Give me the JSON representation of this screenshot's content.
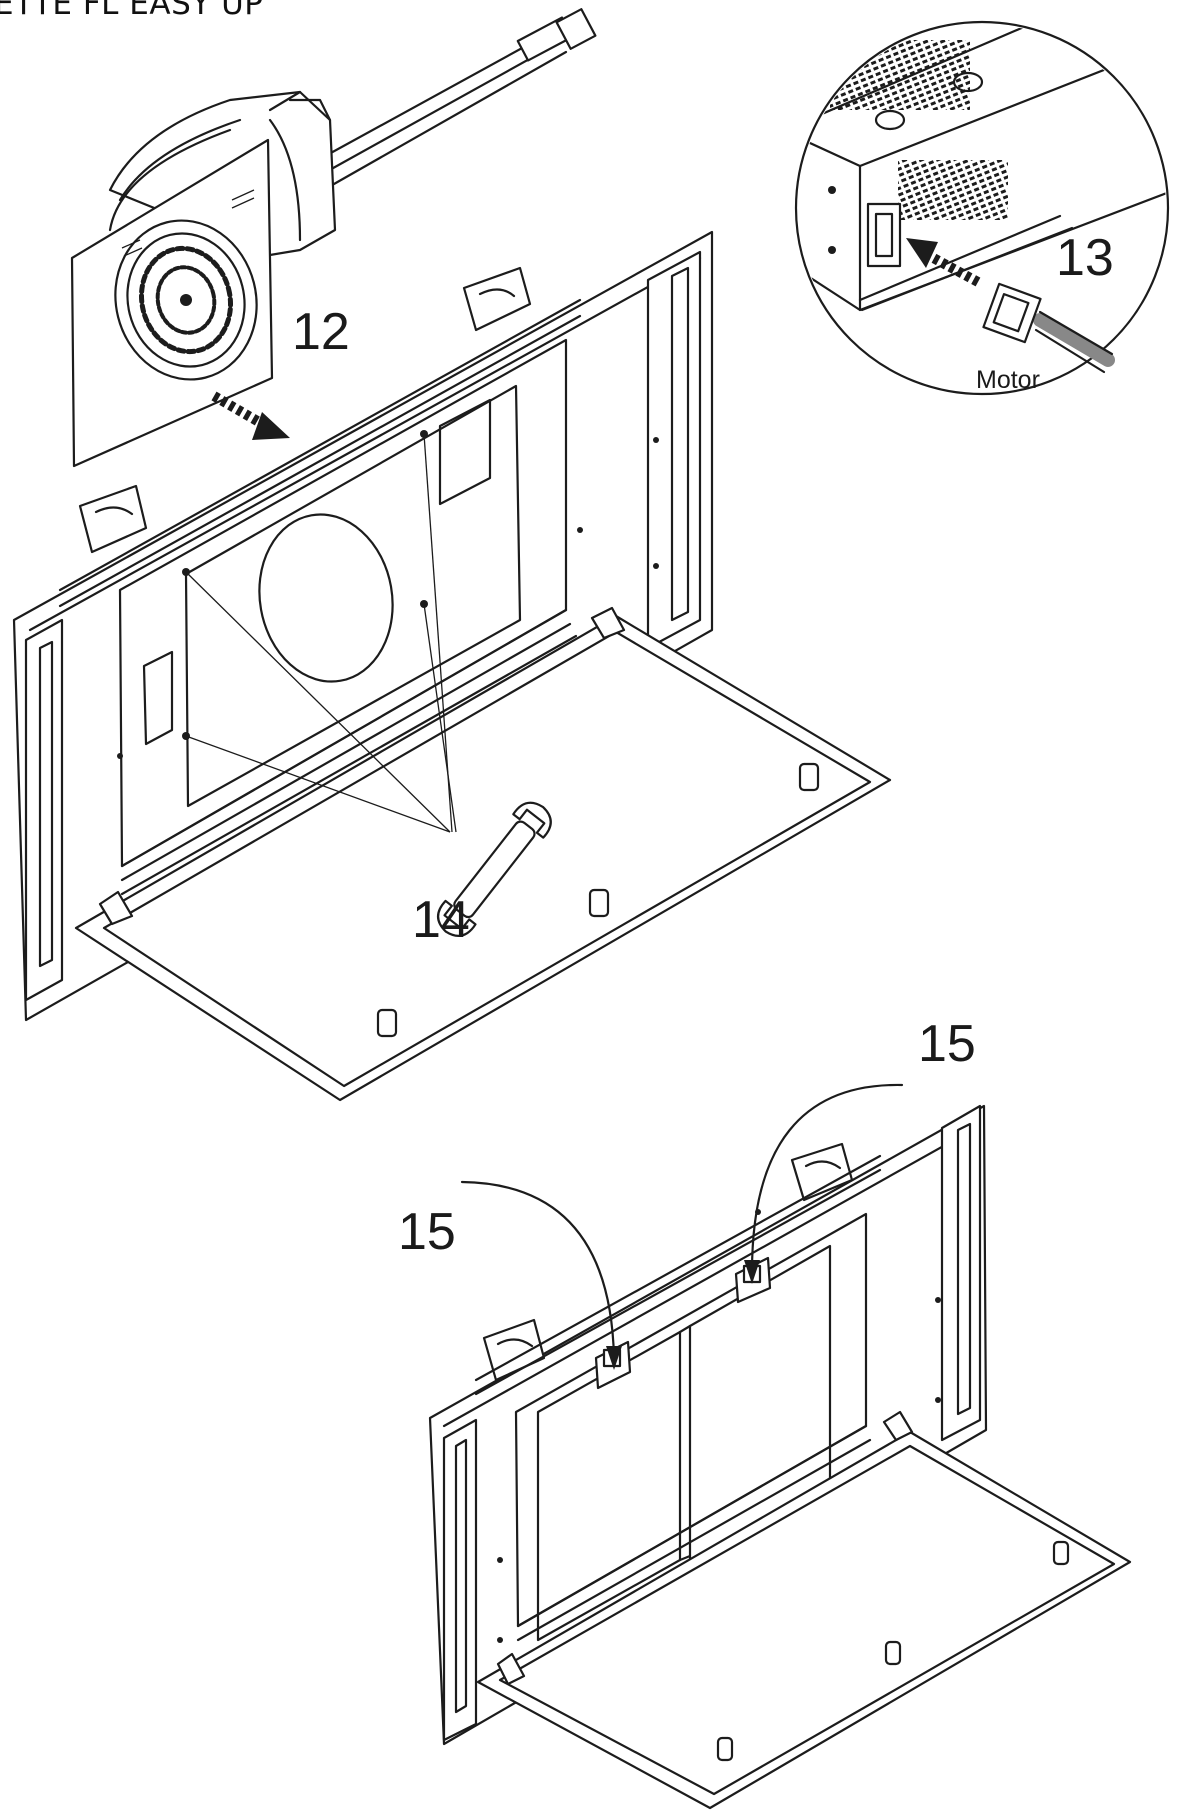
{
  "document": {
    "title": "ETTE FL EASY UP"
  },
  "steps": {
    "step_12": "12",
    "step_13": "13",
    "step_14": "14",
    "step_15_right": "15",
    "step_15_left": "15"
  },
  "callouts": {
    "motor_label": "Motor"
  },
  "colors": {
    "line": "#1c1c1c",
    "background": "#ffffff"
  },
  "icons": {
    "fan_motor": "blower-fan-icon",
    "wrench": "wrench-icon",
    "arrow": "insert-arrow-icon",
    "connector": "plug-connector-icon"
  }
}
